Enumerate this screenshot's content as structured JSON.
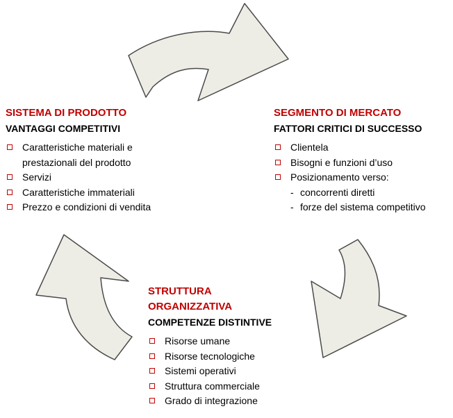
{
  "colors": {
    "accent": "#c00000",
    "arrow_fill": "#eeede5",
    "arrow_stroke": "#4a4a4a"
  },
  "product": {
    "title": "SISTEMA DI PRODOTTO",
    "subtitle": "VANTAGGI COMPETITIVI",
    "items": [
      "Caratteristiche materiali e prestazionali del prodotto",
      "Servizi",
      "Caratteristiche immateriali",
      "Prezzo e condizioni di vendita"
    ]
  },
  "market": {
    "title": "SEGMENTO DI MERCATO",
    "subtitle": "FATTORI CRITICI DI SUCCESSO",
    "items": [
      "Clientela",
      "Bisogni e funzioni d’uso",
      "Posizionamento verso:"
    ],
    "subitems": [
      "concorrenti diretti",
      "forze del sistema competitivo"
    ]
  },
  "structure": {
    "title_line1": "STRUTTURA",
    "title_line2": "ORGANIZZATIVA",
    "subtitle": "COMPETENZE DISTINTIVE",
    "items": [
      "Risorse umane",
      "Risorse tecnologiche",
      "Sistemi operativi",
      "Struttura commerciale",
      "Grado di integrazione"
    ]
  }
}
